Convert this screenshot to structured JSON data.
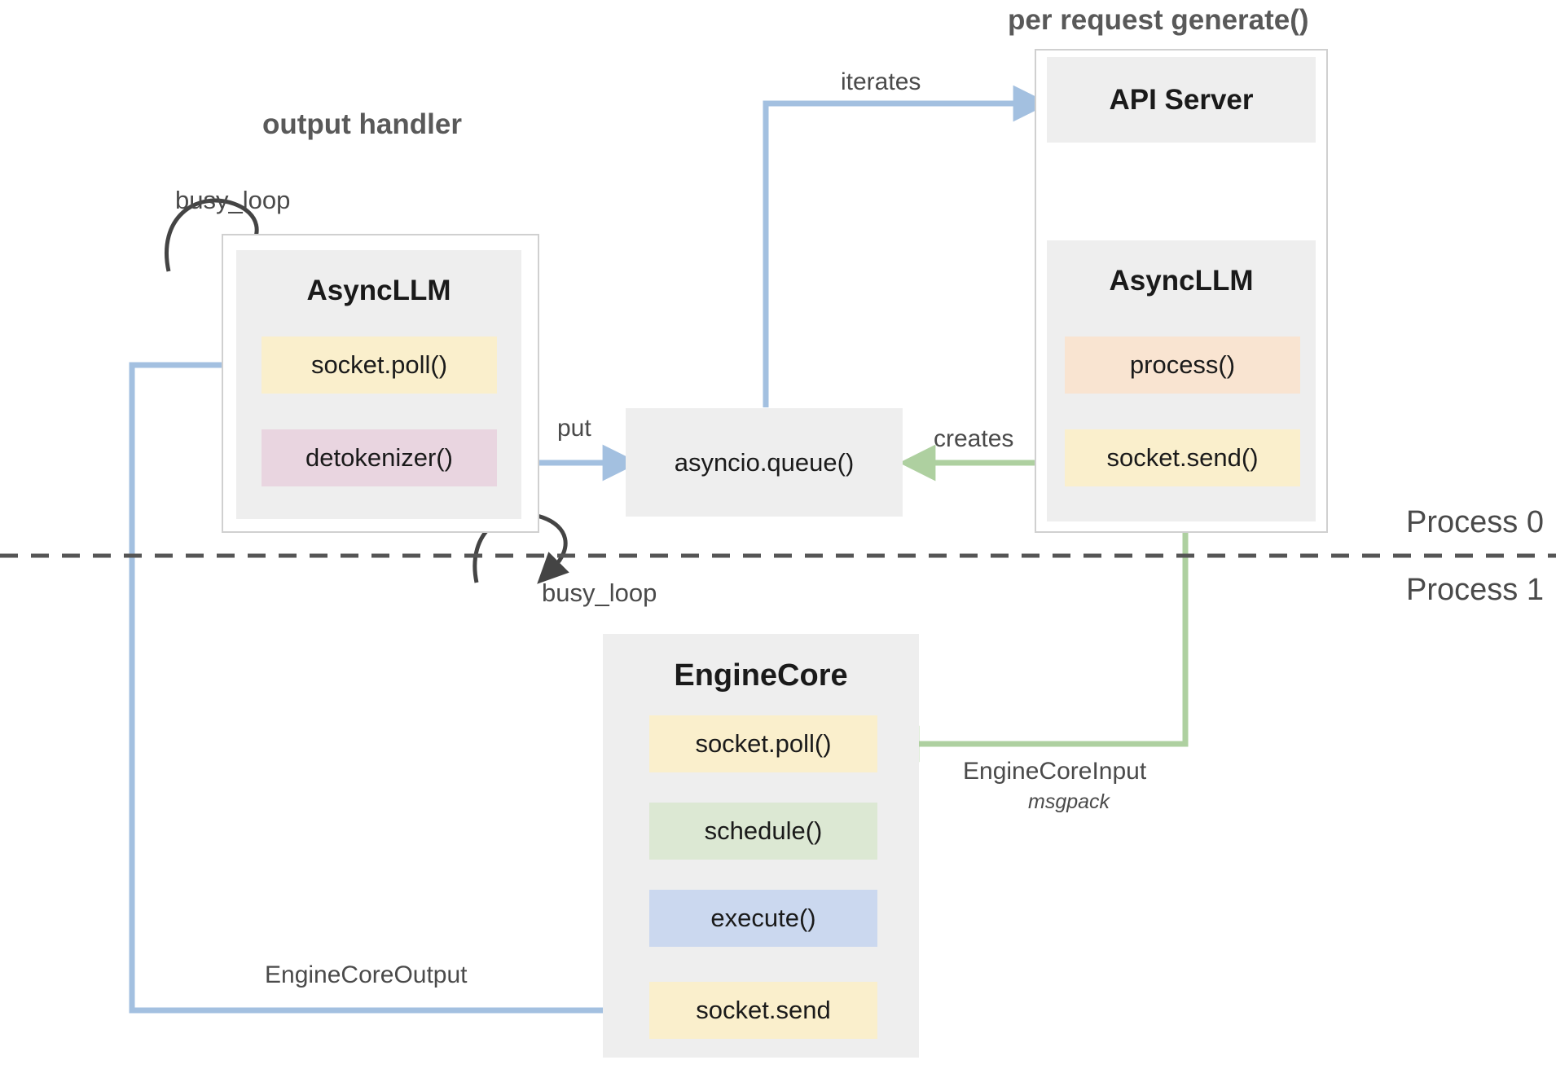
{
  "diagram": {
    "title_left": "output handler",
    "title_right": "per request generate()",
    "process_top": "Process 0",
    "process_bottom": "Process 1",
    "colors": {
      "yellow": "#FAEFCC",
      "pink": "#E9D5E0",
      "peach": "#F9E4D1",
      "green": "#DCE8D3",
      "blue": "#CBD8EF",
      "grey_box": "#EEEEEE",
      "frame_border": "#D0D0D0",
      "arrow_blue": "#A3C0E0",
      "arrow_green": "#AED0A0",
      "arrow_black": "#444444",
      "text_dark": "#1A1A1A",
      "text_grey": "#4A4A4A"
    }
  },
  "left_group": {
    "title": "output handler",
    "loop_label": "busy_loop",
    "node": {
      "title": "AsyncLLM",
      "items": [
        {
          "label": "socket.poll()",
          "color": "yellow"
        },
        {
          "label": "detokenizer()",
          "color": "pink"
        }
      ]
    }
  },
  "queue_node": {
    "label": "asyncio.queue()"
  },
  "right_group": {
    "title": "per request generate()",
    "api_server": {
      "title": "API Server"
    },
    "async_llm": {
      "title": "AsyncLLM",
      "items": [
        {
          "label": "process()",
          "color": "peach"
        },
        {
          "label": "socket.send()",
          "color": "yellow"
        }
      ]
    }
  },
  "engine_core": {
    "loop_label": "busy_loop",
    "title": "EngineCore",
    "items": [
      {
        "label": "socket.poll()",
        "color": "yellow"
      },
      {
        "label": "schedule()",
        "color": "green"
      },
      {
        "label": "execute()",
        "color": "blue"
      },
      {
        "label": "socket.send",
        "color": "yellow"
      }
    ]
  },
  "edges": [
    {
      "name": "iterates",
      "label": "iterates",
      "color": "arrow_blue"
    },
    {
      "name": "put",
      "label": "put",
      "color": "arrow_blue"
    },
    {
      "name": "creates",
      "label": "creates",
      "color": "arrow_green"
    },
    {
      "name": "engine-core-input",
      "label": "EngineCoreInput",
      "sublabel": "msgpack",
      "color": "arrow_green"
    },
    {
      "name": "engine-core-output",
      "label": "EngineCoreOutput",
      "color": "arrow_blue"
    }
  ],
  "process_divider": {
    "top_label": "Process 0",
    "bottom_label": "Process 1"
  }
}
